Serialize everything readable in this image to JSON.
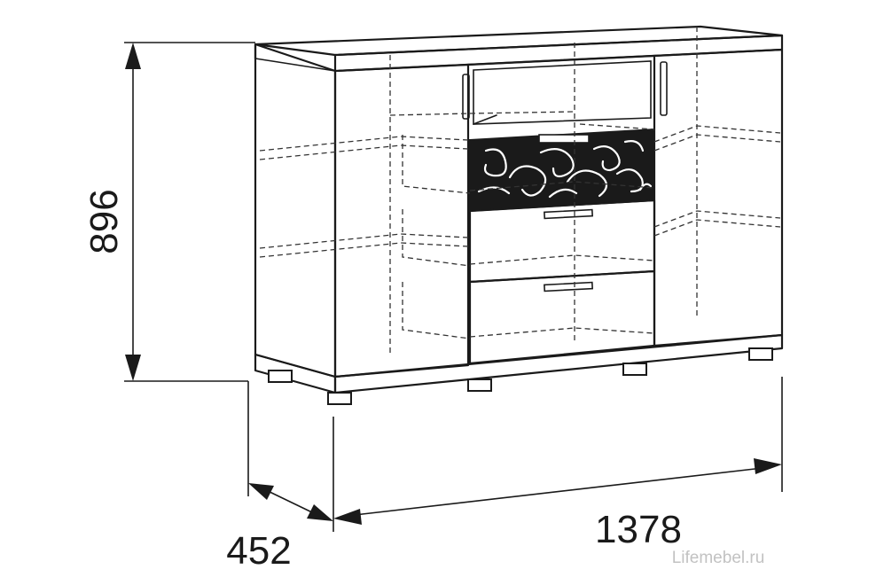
{
  "dimensions": {
    "height": "896",
    "depth": "452",
    "width": "1378"
  },
  "watermark": "Lifemebel.ru"
}
